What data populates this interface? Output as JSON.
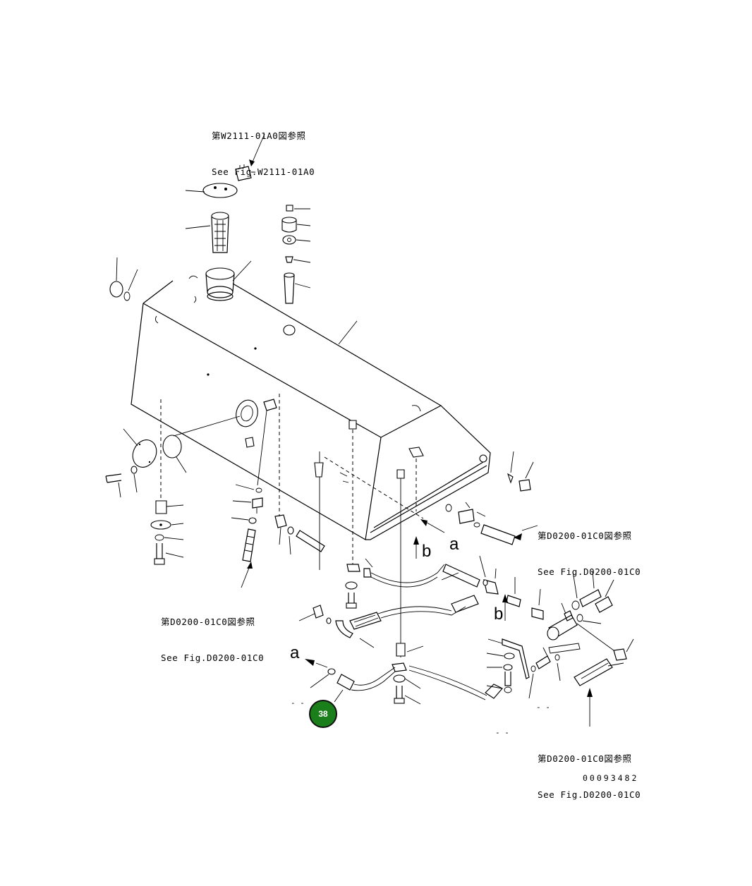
{
  "notes": [
    {
      "id": "w2111",
      "jp": "第W2111-01A0図参照",
      "en": "See Fig.W2111-01A0"
    },
    {
      "id": "d0200-right-upper",
      "jp": "第D0200-01C0図参照",
      "en": "See Fig.D0200-01C0"
    },
    {
      "id": "d0200-left",
      "jp": "第D0200-01C0図参照",
      "en": "See Fig.D0200-01C0"
    },
    {
      "id": "d0200-right-lower",
      "jp": "第D0200-01C0図参照",
      "en": "See Fig.D0200-01C0"
    }
  ],
  "view_letters": {
    "a_upper": "a",
    "a_lower": "a",
    "b_upper": "b",
    "b_lower": "b"
  },
  "dash_marks": {
    "left": "- -",
    "middle": "- -",
    "right": "- -"
  },
  "drawing_number": "00093482",
  "callout": {
    "label": "38",
    "color": "#1a7f1a"
  }
}
